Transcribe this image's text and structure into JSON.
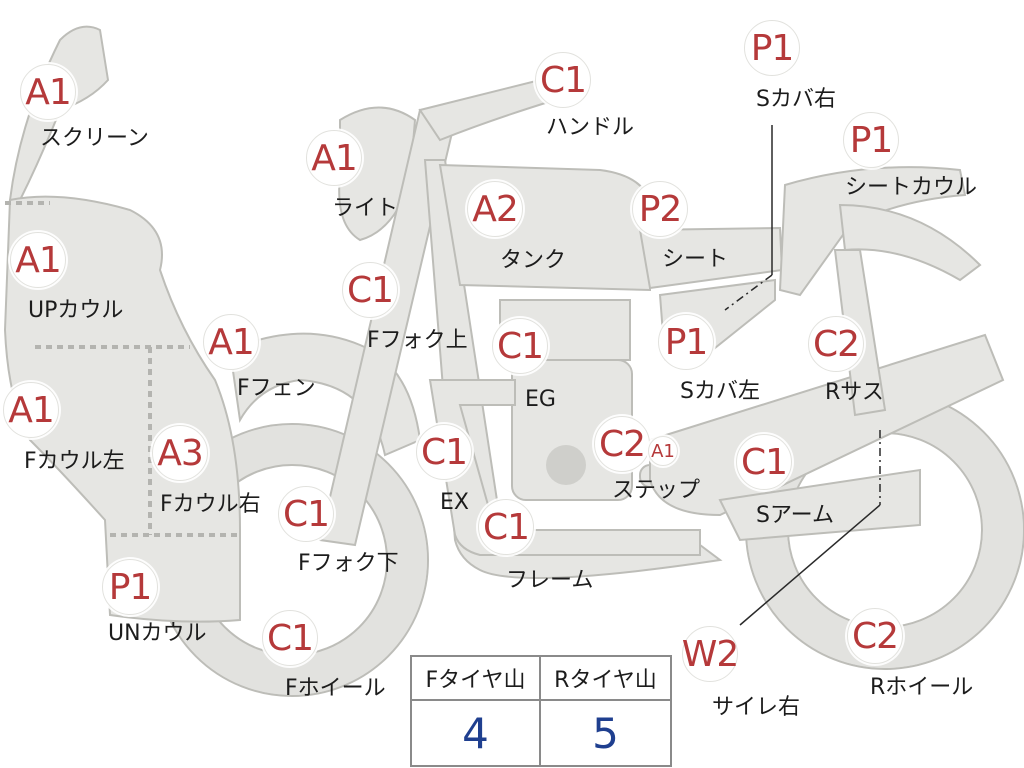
{
  "parts": [
    {
      "id": "screen",
      "grade": "A1",
      "label": "スクリーン"
    },
    {
      "id": "light",
      "grade": "A1",
      "label": "ライト"
    },
    {
      "id": "handle",
      "grade": "C1",
      "label": "ハンドル"
    },
    {
      "id": "side-cover-right",
      "grade": "P1",
      "label": "Sカバ右"
    },
    {
      "id": "seat-cowl",
      "grade": "P1",
      "label": "シートカウル"
    },
    {
      "id": "tank",
      "grade": "A2",
      "label": "タンク"
    },
    {
      "id": "seat",
      "grade": "P2",
      "label": "シート"
    },
    {
      "id": "up-cowl",
      "grade": "A1",
      "label": "UPカウル"
    },
    {
      "id": "front-fork-upper",
      "grade": "C1",
      "label": "Fフォク上"
    },
    {
      "id": "engine",
      "grade": "C1",
      "label": "EG"
    },
    {
      "id": "side-cover-left",
      "grade": "P1",
      "label": "Sカバ左"
    },
    {
      "id": "rear-suspension",
      "grade": "C2",
      "label": "Rサス"
    },
    {
      "id": "front-fender",
      "grade": "A1",
      "label": "Fフェン"
    },
    {
      "id": "front-cowl-left",
      "grade": "A1",
      "label": "Fカウル左"
    },
    {
      "id": "front-cowl-right",
      "grade": "A3",
      "label": "Fカウル右"
    },
    {
      "id": "exhaust",
      "grade": "C1",
      "label": "EX"
    },
    {
      "id": "step",
      "grade": "C2",
      "label": "ステップ"
    },
    {
      "id": "swing-arm",
      "grade": "C1",
      "label": "Sアーム"
    },
    {
      "id": "front-fork-lower",
      "grade": "C1",
      "label": "Fフォク下"
    },
    {
      "id": "frame",
      "grade": "C1",
      "label": "フレーム"
    },
    {
      "id": "under-cowl",
      "grade": "P1",
      "label": "UNカウル"
    },
    {
      "id": "front-wheel",
      "grade": "C1",
      "label": "Fホイール"
    },
    {
      "id": "silencer-right",
      "grade": "W2",
      "label": "サイレ右"
    },
    {
      "id": "rear-wheel",
      "grade": "C2",
      "label": "Rホイール"
    }
  ],
  "step_extra_grade": "A1",
  "tire_table": {
    "headers": [
      "Fタイヤ山",
      "Rタイヤ山"
    ],
    "values": [
      "4",
      "5"
    ]
  },
  "colors": {
    "grade_text": "#b5393a",
    "value_text": "#1f3f8f",
    "part_fill": "#e6e6e3"
  }
}
